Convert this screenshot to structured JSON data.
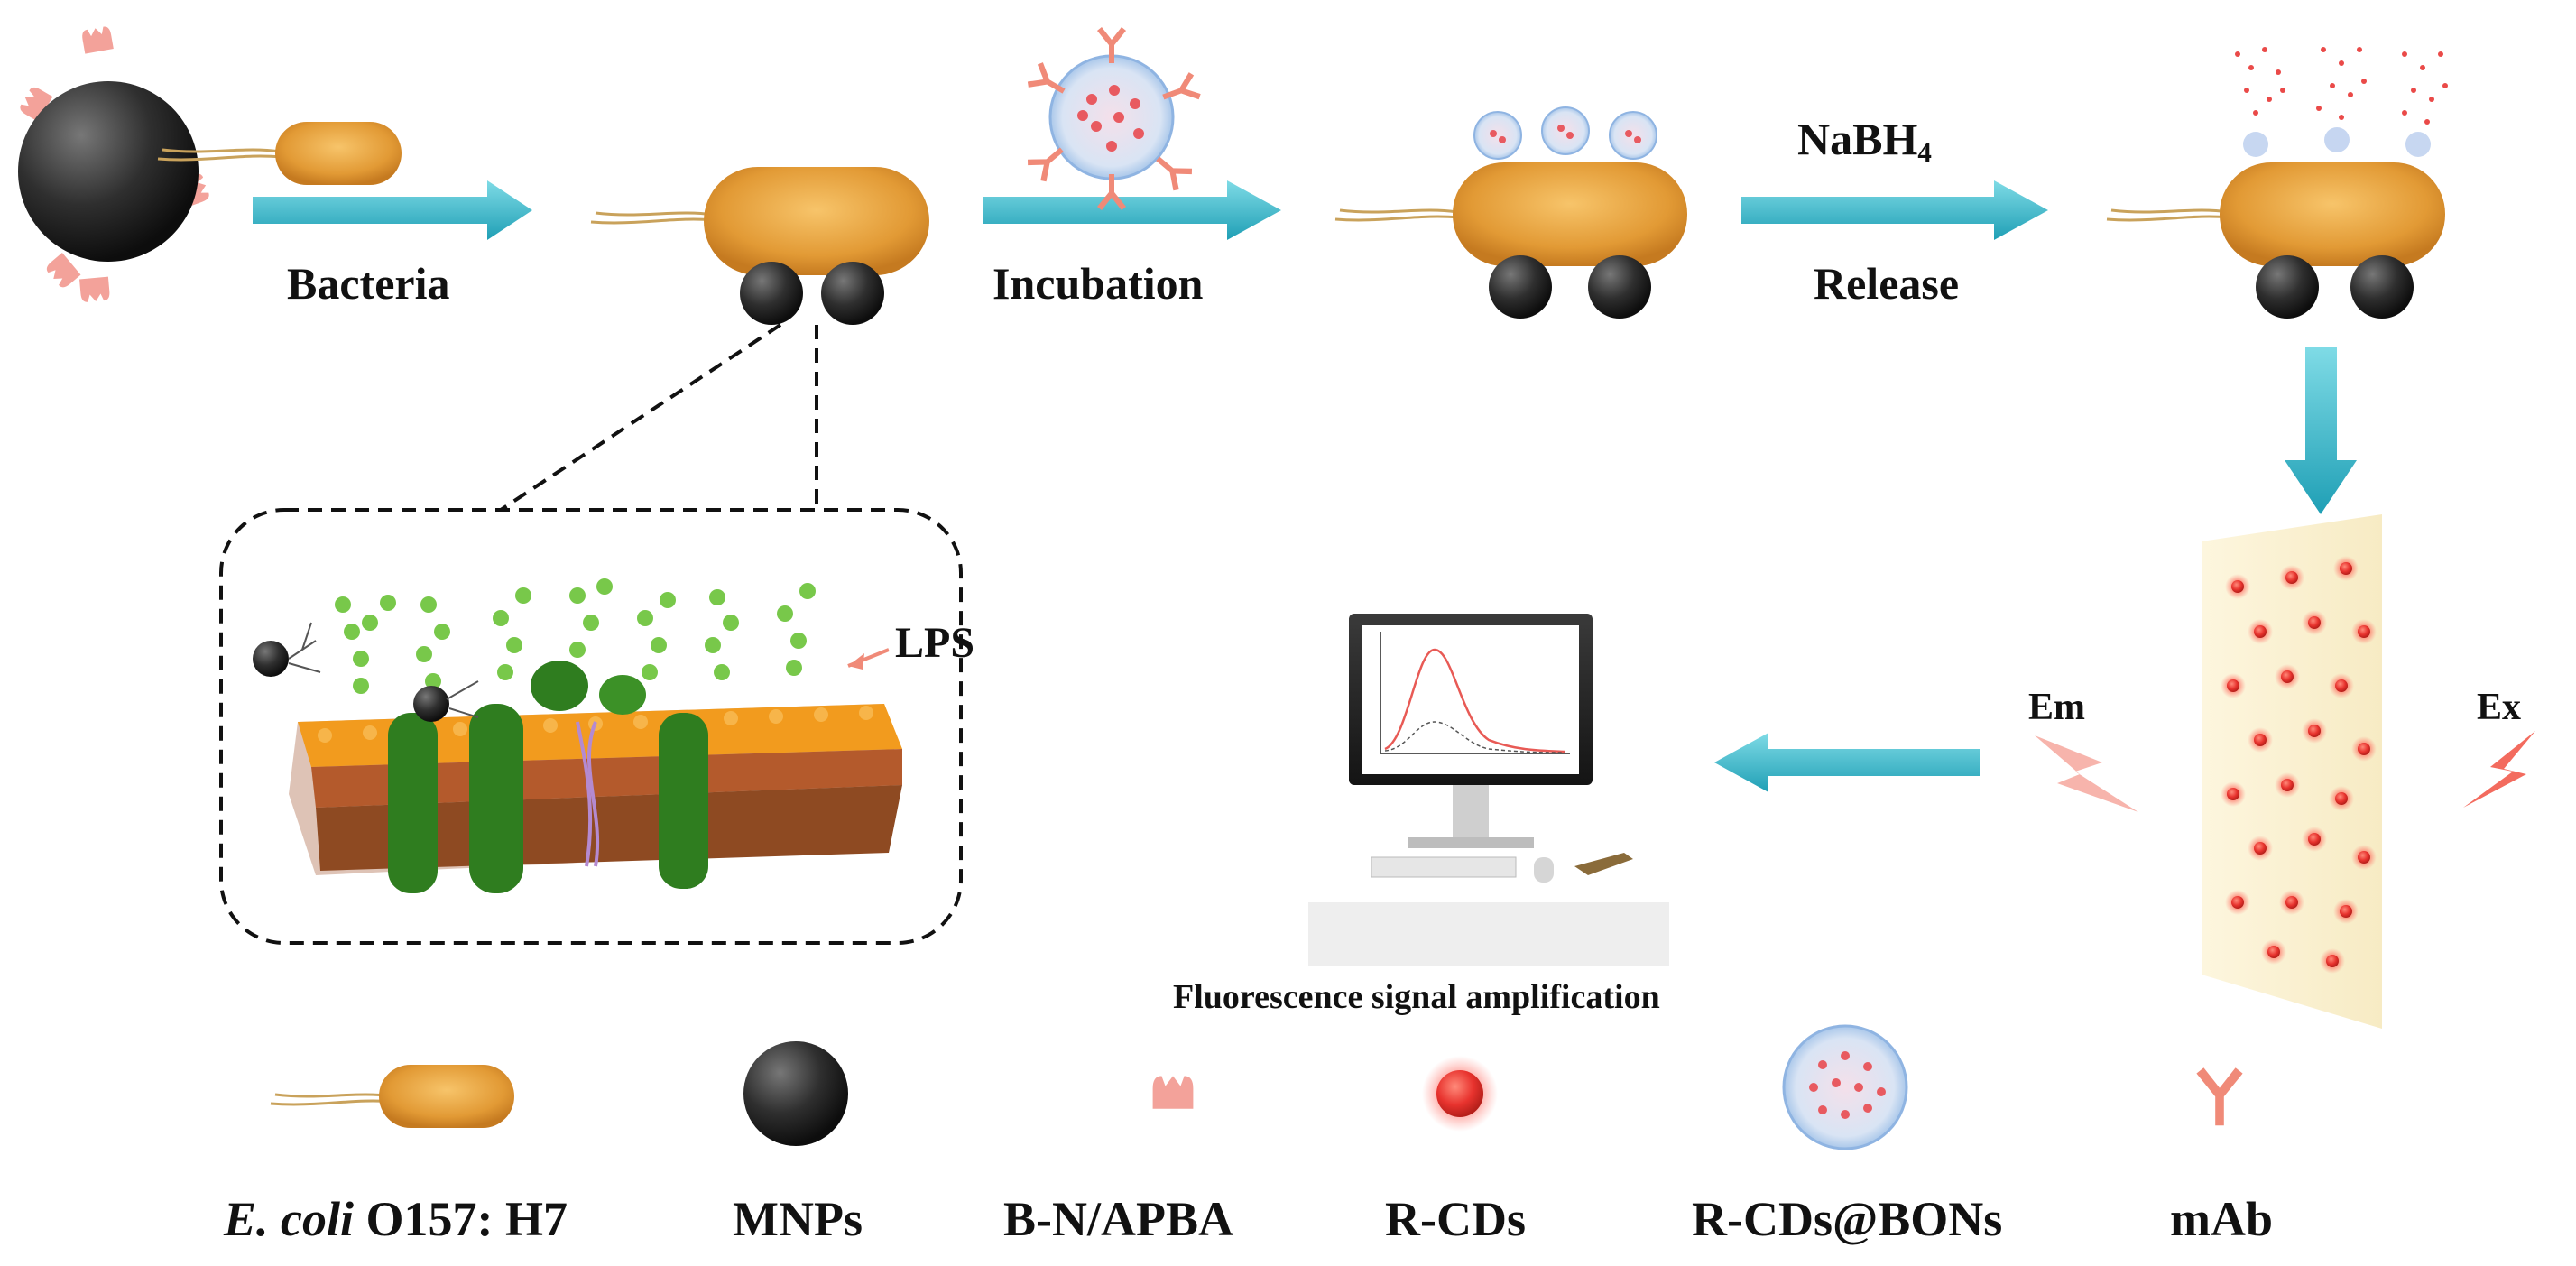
{
  "steps": {
    "bacteria": "Bacteria",
    "incubation": "Incubation",
    "reagent": "NaBH",
    "reagent_sub": "4",
    "release": "Release"
  },
  "callouts": {
    "lps": "LPS",
    "em": "Em",
    "ex": "Ex",
    "readout": "Fluorescence signal amplification"
  },
  "legend": {
    "ecoli_species": "E. coli",
    "ecoli_strain": "O157: H7",
    "mnps": "MNPs",
    "bn_apba": "B-N/APBA",
    "rcds": "R-CDs",
    "rcds_bons": "R-CDs@BONs",
    "mab": "mAb"
  },
  "colors": {
    "arrow": "#3ab5c9",
    "bacterium": "#e9a83c",
    "mnp": "#2b2b2b",
    "apba": "#f3a29a",
    "rcd": "#e8332e",
    "bon_shell": "#b9d3ef",
    "lipid_head": "#f29b1e",
    "lipid_tail": "#a0522d",
    "protein": "#2f7d1f",
    "lps_sugar": "#78c84a",
    "panel": "#fbf3d8"
  }
}
